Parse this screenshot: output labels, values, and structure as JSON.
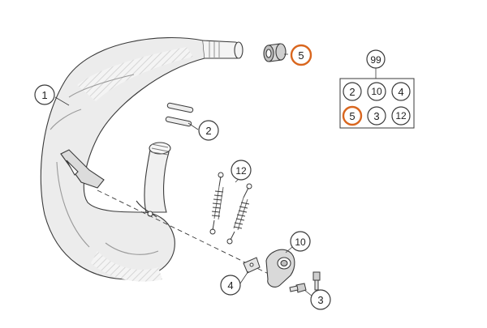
{
  "callouts": {
    "c1": "1",
    "c2": "2",
    "c3": "3",
    "c4": "4",
    "c5": "5",
    "c10": "10",
    "c12": "12",
    "c99": "99"
  },
  "kit_grid": {
    "row1": [
      "2",
      "10",
      "4"
    ],
    "row2": [
      "5",
      "3",
      "12"
    ]
  },
  "colors": {
    "highlight": "#d9661e",
    "line": "#3a3a3a",
    "part_fill": "#e9e9e9",
    "background": "#ffffff"
  }
}
